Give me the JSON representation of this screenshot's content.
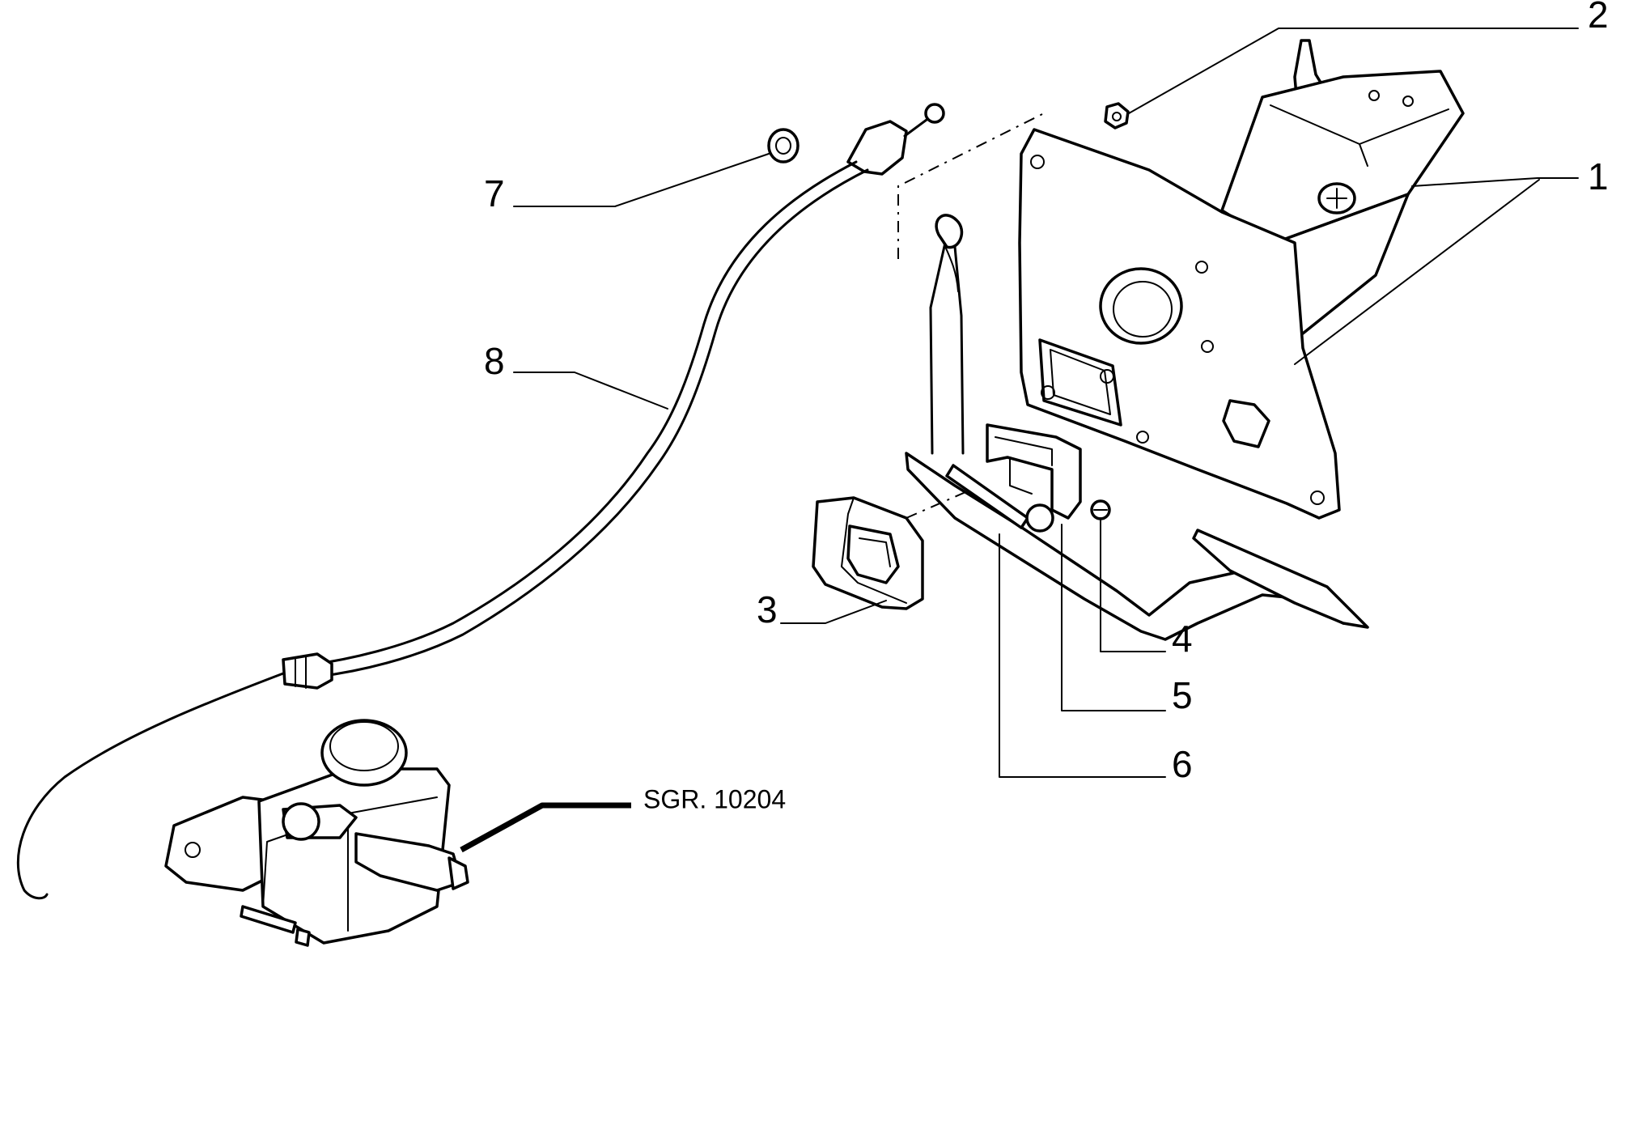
{
  "callouts": {
    "c1": "1",
    "c2": "2",
    "c3": "3",
    "c4": "4",
    "c5": "5",
    "c6": "6",
    "c7": "7",
    "c8": "8"
  },
  "reference_label": "SGR. 10204"
}
